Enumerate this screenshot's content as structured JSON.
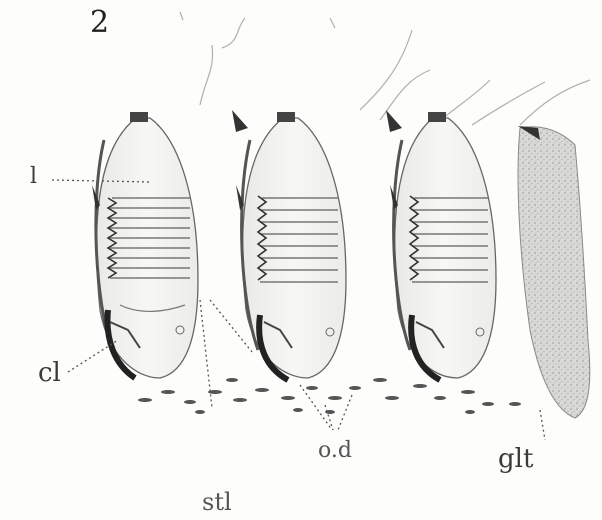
{
  "figure_number": "2",
  "labels": {
    "l": "l",
    "cl": "cl",
    "od": "o.d",
    "glt": "glt",
    "stl": "stl"
  },
  "colors": {
    "ink": "#3b3b3b",
    "shell_shade": "#8a8a86",
    "gland": "#b9b9b4",
    "paper": "#fdfdfb"
  }
}
